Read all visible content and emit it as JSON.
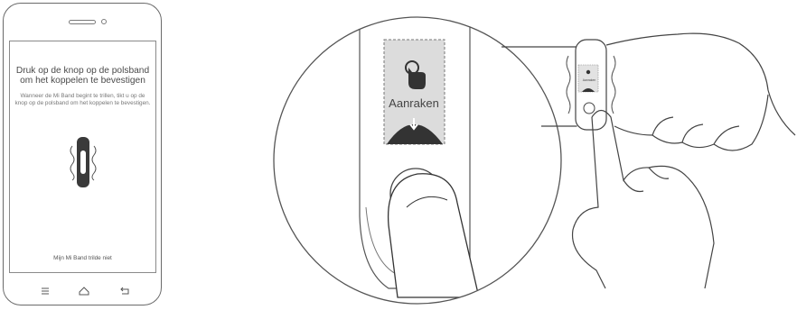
{
  "phone": {
    "title": "Druk op de knop op de polsband om het koppelen te bevestigen",
    "description": "Wanneer de Mi Band begint te trillen, tikt u op de knop op de polsband om het koppelen te bevestigen.",
    "footer_link": "Mijn Mi Band trilde niet",
    "nav_icons": [
      "menu-icon",
      "home-icon",
      "back-icon"
    ]
  },
  "band_screen": {
    "label": "Aanraken",
    "icons": [
      "tap-hand-icon",
      "down-arrow-icon"
    ]
  },
  "wrist_detail": {
    "label": "Aanraken"
  }
}
